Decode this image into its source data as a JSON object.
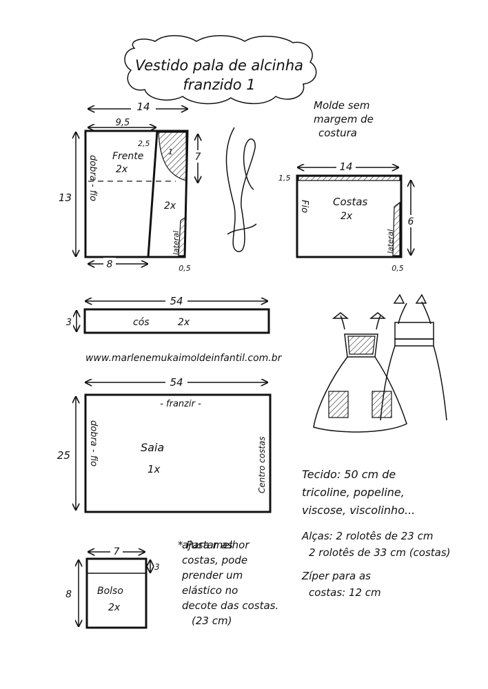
{
  "title": {
    "line1": "Vestido pala de alcinha",
    "line2": "franzido 1"
  },
  "note_no_seam": [
    "Molde sem",
    "margem de",
    "costura"
  ],
  "frente": {
    "name": "Frente",
    "count": "2x",
    "count2": "2x",
    "dim_width": "14",
    "dim_top": "9,5",
    "dim_height": "13",
    "dim_bottom": "8",
    "dim_small": "2,5",
    "dim_side": "7",
    "dim_corner": "0,5",
    "dim_curve": "1",
    "fold_label": "dobra - fio",
    "side_label": "lateral"
  },
  "costas": {
    "name": "Costas",
    "count": "2x",
    "dim_width": "14",
    "dim_top": "1,5",
    "dim_height": "6",
    "dim_corner": "0,5",
    "grain_label": "Fio",
    "side_label": "lateral"
  },
  "cos": {
    "name": "cós",
    "count": "2x",
    "dim_width": "54",
    "dim_height": "3"
  },
  "website": "www.marlenemukaimoldeinfantil.com.br",
  "saia": {
    "name": "Saia",
    "count": "1x",
    "dim_width": "54",
    "dim_height": "25",
    "gather_label": "- franzir -",
    "fold_label": "dobra - fio",
    "center_label": "Centro costas"
  },
  "bolso": {
    "name": "Bolso",
    "count": "2x",
    "dim_width": "7",
    "dim_height": "8",
    "dim_top": "3"
  },
  "tip_lines": [
    "* Para melhor",
    "ajustar as",
    "costas, pode",
    "prender um",
    "elástico no",
    "decote das costas.",
    "(23 cm)"
  ],
  "materials": {
    "fabric_label": "Tecido",
    "fabric_lines": [
      "Tecido: 50 cm de",
      "tricoline, popeline,",
      "viscose, viscolinho..."
    ],
    "straps_label": "Alças",
    "straps_lines": [
      "Alças: 2 rolotês de 23 cm",
      "2 rolotês de 33 cm (costas)"
    ],
    "zipper_lines": [
      "Zíper para as",
      "costas: 12 cm"
    ]
  }
}
